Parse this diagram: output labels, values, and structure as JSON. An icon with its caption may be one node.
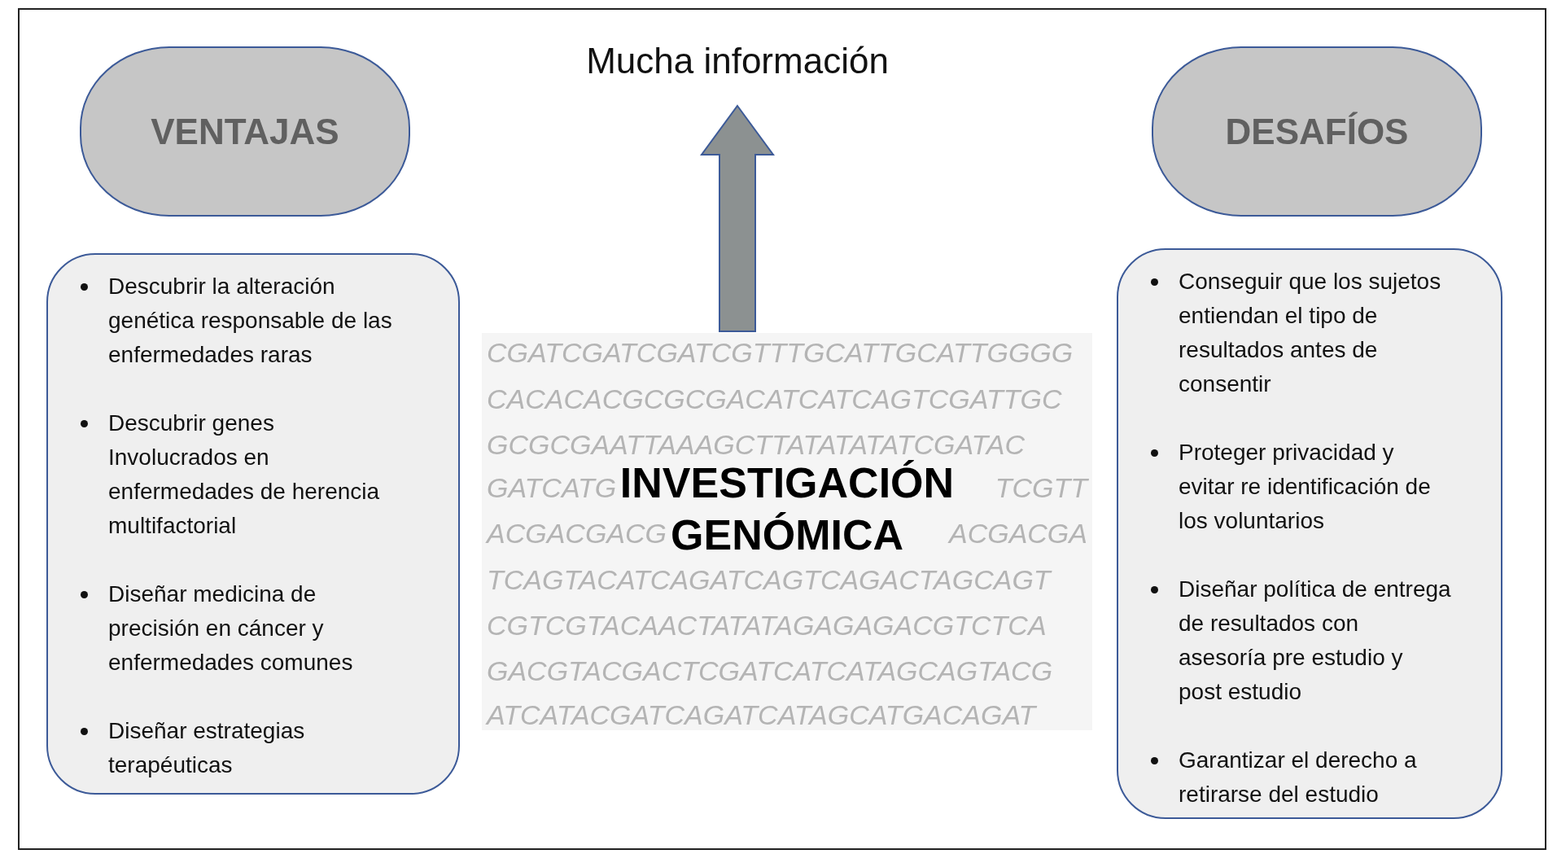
{
  "diagram": {
    "nodes": [
      {
        "text": [
          "VENTAJAS"
        ]
      },
      {
        "text": [
          "Descubrir la alteración genética responsable de las enfermedades raras",
          "Descubrir genes Involucrados en enfermedades de herencia multifactorial",
          "Diseñar medicina de precisión en cáncer y enfermedades comunes",
          "Diseñar estrategias terapéuticas"
        ]
      },
      {
        "text": [
          "Mucha información"
        ]
      },
      {
        "text": [
          "DESAFÍOS"
        ]
      },
      {
        "text": [
          "Conseguir que los sujetos entiendan el tipo de resultados antes de consentir",
          "Proteger privacidad y evitar re identificación de los voluntarios",
          "Diseñar política de entrega de resultados con asesoría pre estudio y post estudio",
          "Garantizar el derecho a retirarse del estudio"
        ]
      },
      {
        "text": [
          "INVESTIGACIÓN GENÓMICA"
        ]
      }
    ],
    "edges": [
      {
        "from": 5,
        "to": 2,
        "arrow": "to",
        "style": "thick",
        "color": "#8c9191"
      }
    ],
    "labels": [
      "CGATCGATCGATCGTTTGCATTGCATTGGGG",
      "CACACACGCGCGACATCATCAGTCGATTGC",
      "GCGCGAATTAAAGCTTATATATATCGATAC",
      "GATCATG",
      "TCGTT",
      "ACGACGACG",
      "ACGACGA",
      "TCAGTACATCAGATCAGTCAGACTAGCAGT",
      "CGTCGTACAACTATATAGAGAGACGTCTCA",
      "GACGTACGACTCGATCATCATAGCAGTACG",
      "ATCATACGATCAGATCATAGCATGACAGAT"
    ]
  }
}
